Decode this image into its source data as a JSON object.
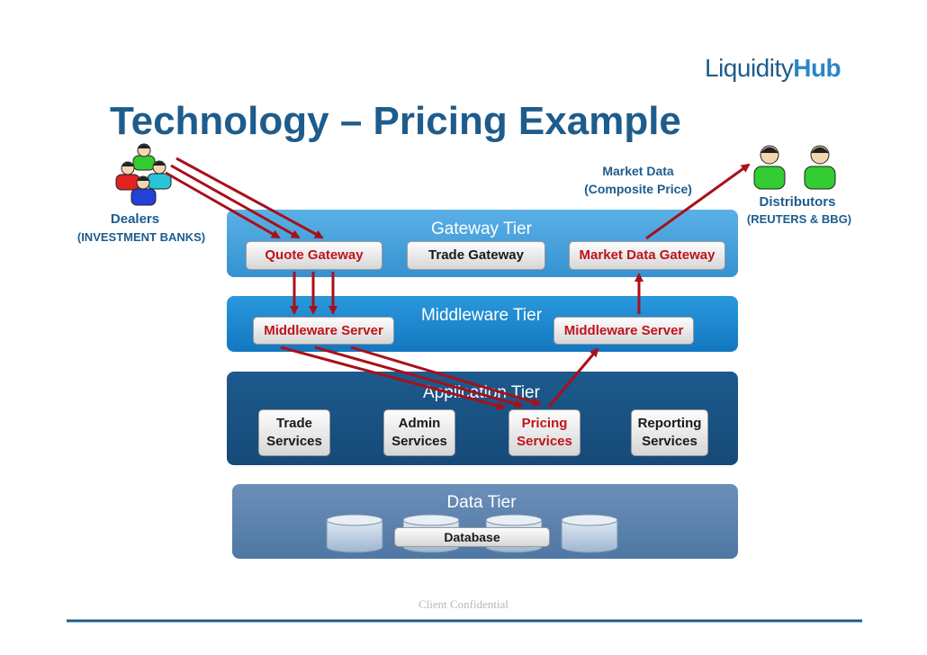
{
  "title": "Technology – Pricing Example",
  "logo": {
    "part1": "Liquidity",
    "part2": "Hub"
  },
  "dealers": {
    "label": "Dealers",
    "sub": "(INVESTMENT BANKS)"
  },
  "distributors": {
    "label": "Distributors",
    "sub": "(REUTERS & BBG)"
  },
  "market_data": {
    "line1": "Market Data",
    "line2": "(Composite Price)"
  },
  "gateway_tier": {
    "label": "Gateway Tier",
    "quote": "Quote Gateway",
    "trade": "Trade Gateway",
    "market": "Market Data Gateway"
  },
  "middleware_tier": {
    "label": "Middleware Tier",
    "server_left": "Middleware Server",
    "server_right": "Middleware Server"
  },
  "application_tier": {
    "label": "Application Tier",
    "trade": {
      "line1": "Trade",
      "line2": "Services"
    },
    "admin": {
      "line1": "Admin",
      "line2": "Services"
    },
    "pricing": {
      "line1": "Pricing",
      "line2": "Services"
    },
    "reporting": {
      "line1": "Reporting",
      "line2": "Services"
    }
  },
  "data_tier": {
    "label": "Data Tier",
    "database": "Database"
  },
  "footer": "Client Confidential",
  "colors": {
    "accent_red": "#c0131b",
    "title_blue": "#1e5c8c"
  }
}
